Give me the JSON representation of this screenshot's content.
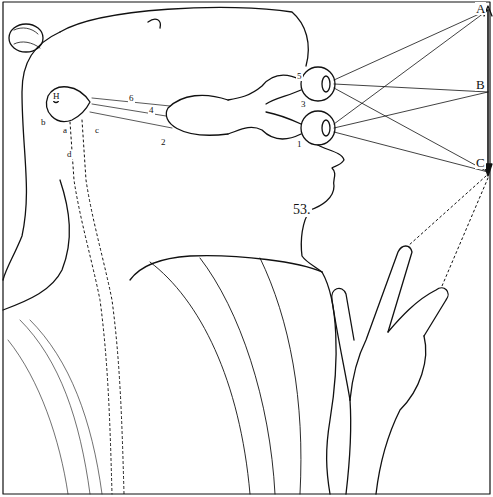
{
  "diagram": {
    "labels": [
      "A",
      "B",
      "C",
      "53.",
      "H",
      "6",
      "4",
      "2",
      "5",
      "3",
      "1",
      "a",
      "b",
      "c",
      "d"
    ]
  }
}
